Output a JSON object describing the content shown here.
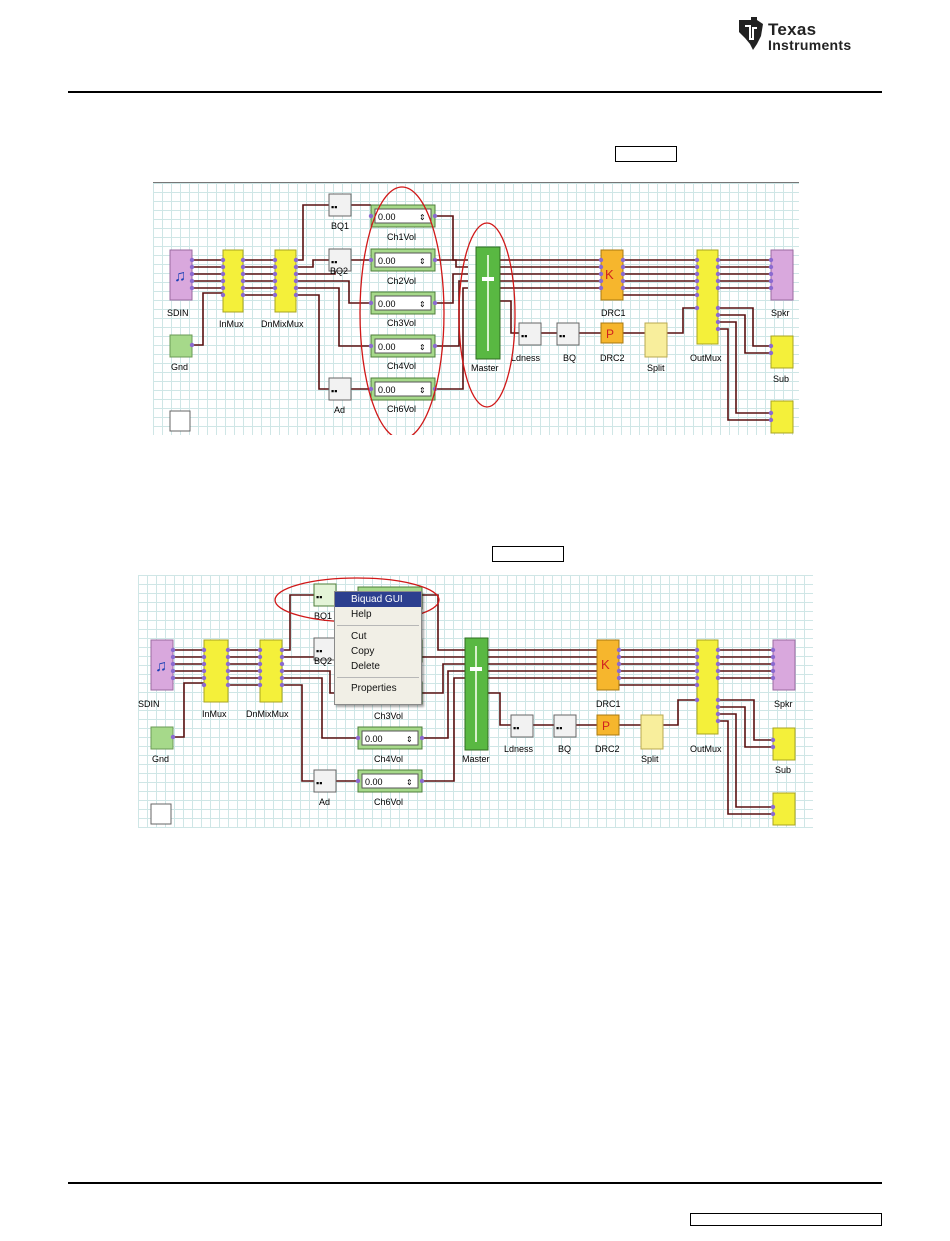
{
  "header": {
    "brand_line1": "Texas",
    "brand_line2": "Instruments"
  },
  "icons": {
    "brand": "ti-logo-icon",
    "audio_input": "music-note-icon",
    "biquad": "biquad-icon",
    "spinner": "spinner-arrows-icon",
    "drc": "drc-icon"
  },
  "colors": {
    "block_yellow": "#f4f03a",
    "block_violet": "#d9a8dd",
    "block_green": "#a6d98a",
    "master_green": "#59b842",
    "drc_orange": "#f6b62d",
    "wire": "#5a1010",
    "pin": "#8b6ad0",
    "highlight": "#d01818",
    "menu_selected": "#2c3f8f"
  },
  "diagram_top": {
    "labels": {
      "sdin": "SDIN",
      "gnd": "Gnd",
      "inmux": "InMux",
      "dnmix": "DnMixMux",
      "bq1": "BQ1",
      "bq2": "BQ2",
      "ad": "Ad",
      "ch1": "Ch1Vol",
      "ch2": "Ch2Vol",
      "ch3": "Ch3Vol",
      "ch4": "Ch4Vol",
      "ch6": "Ch6Vol",
      "master": "Master",
      "ldness": "Ldness",
      "bq": "BQ",
      "drc1": "DRC1",
      "drc2": "DRC2",
      "split": "Split",
      "outmux": "OutMux",
      "spkr": "Spkr",
      "sub": "Sub"
    },
    "volume_values": {
      "ch1": "0.00",
      "ch2": "0.00",
      "ch3": "0.00",
      "ch4": "0.00",
      "ch6": "0.00"
    }
  },
  "diagram_bottom": {
    "labels": {
      "sdin": "SDIN",
      "gnd": "Gnd",
      "inmux": "InMux",
      "dnmix": "DnMixMux",
      "bq1": "BQ1",
      "bq2": "BQ2",
      "ad": "Ad",
      "ch3": "Ch3Vol",
      "ch4": "Ch4Vol",
      "ch6": "Ch6Vol",
      "master": "Master",
      "ldness": "Ldness",
      "bq": "BQ",
      "drc1": "DRC1",
      "drc2": "DRC2",
      "split": "Split",
      "outmux": "OutMux",
      "spkr": "Spkr",
      "sub": "Sub"
    },
    "volume_values": {
      "ch4": "0.00",
      "ch6": "0.00"
    },
    "context_menu": {
      "items": [
        "Biquad GUI",
        "Help",
        "Cut",
        "Copy",
        "Delete",
        "Properties"
      ],
      "selected": "Biquad GUI"
    }
  }
}
